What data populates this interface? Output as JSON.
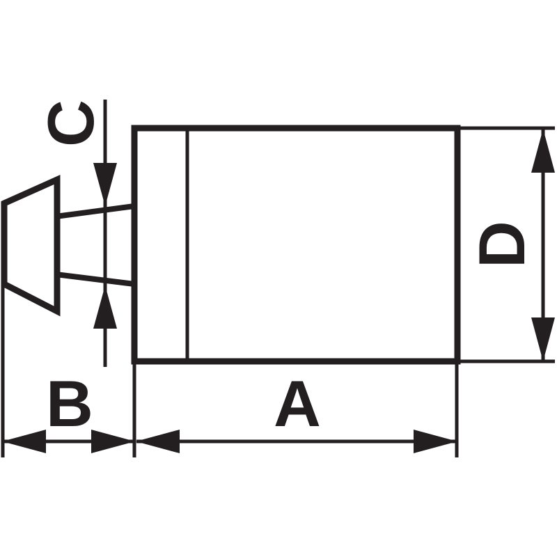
{
  "diagram": {
    "ink_color": "#231f20",
    "background_color": "#ffffff",
    "labels": {
      "a": "A",
      "b": "B",
      "c": "C",
      "d": "D"
    }
  }
}
